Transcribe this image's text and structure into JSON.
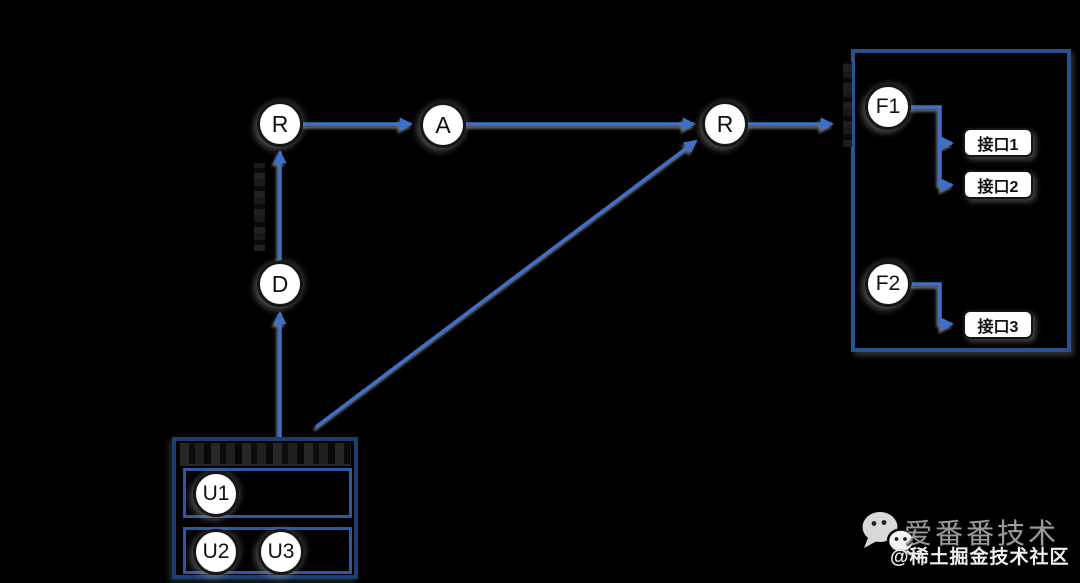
{
  "diagram": {
    "nodes": {
      "r_left": {
        "label": "R"
      },
      "a": {
        "label": "A"
      },
      "r_right": {
        "label": "R"
      },
      "d": {
        "label": "D"
      },
      "f1": {
        "label": "F1"
      },
      "f2": {
        "label": "F2"
      },
      "u1": {
        "label": "U1"
      },
      "u2": {
        "label": "U2"
      },
      "u3": {
        "label": "U3"
      }
    },
    "interfaces": {
      "i1": {
        "label": "接口1"
      },
      "i2": {
        "label": "接口2"
      },
      "i3": {
        "label": "接口3"
      }
    },
    "colors": {
      "background": "#000000",
      "connector_blue": "#3e70c9",
      "outer_container_border": "#2a5190",
      "bottom_container_border": "#1c3f73",
      "inner_rect_border": "#2c58a4",
      "node_fill": "#ffffff",
      "node_border": "#161616",
      "shadow_gray": "#8f8f8f"
    }
  },
  "watermark": {
    "brand": "爱番番技术",
    "community": "@稀土掘金技术社区",
    "brand_color": "#9b9b9b",
    "community_color": "#f0f0f0",
    "icon": "wechat-icon"
  }
}
